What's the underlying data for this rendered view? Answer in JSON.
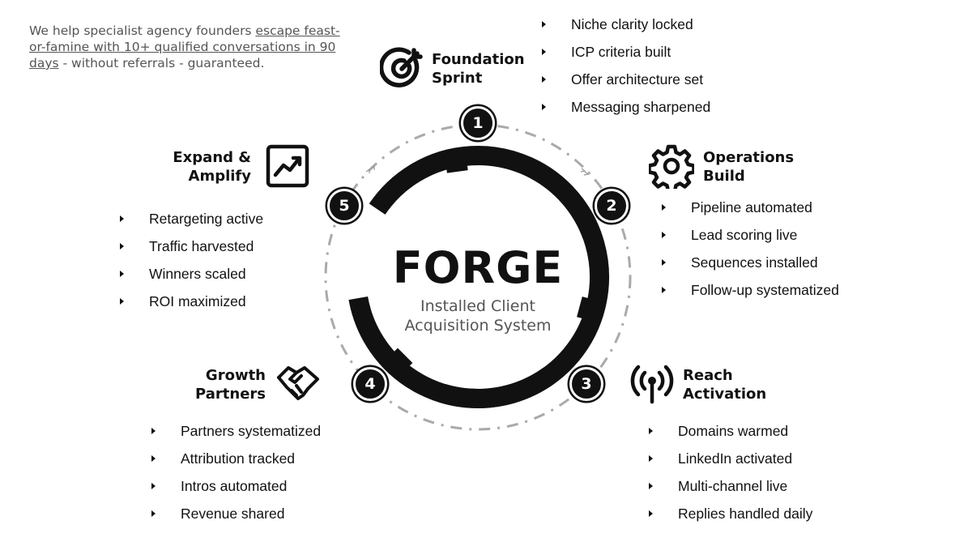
{
  "intro": {
    "lead": "We help specialist agency founders ",
    "underlined": "escape feast-or-famine with 10+ qualified conversations in 90 days",
    "tail": " - without referrals - guaranteed."
  },
  "center": {
    "title": "FORGE",
    "subtitle_line1": "Installed Client",
    "subtitle_line2": "Acquisition System"
  },
  "stages": [
    {
      "number": "1",
      "title_line1": "Foundation",
      "title_line2": "Sprint",
      "icon": "target-icon",
      "items": [
        "Niche clarity locked",
        "ICP criteria built",
        "Offer architecture set",
        "Messaging sharpened"
      ]
    },
    {
      "number": "2",
      "title_line1": "Operations",
      "title_line2": "Build",
      "icon": "gear-icon",
      "items": [
        "Pipeline automated",
        "Lead scoring live",
        "Sequences installed",
        "Follow-up systematized"
      ]
    },
    {
      "number": "3",
      "title_line1": "Reach",
      "title_line2": "Activation",
      "icon": "antenna-icon",
      "items": [
        "Domains warmed",
        "LinkedIn activated",
        "Multi-channel live",
        "Replies handled daily"
      ]
    },
    {
      "number": "4",
      "title_line1": "Growth",
      "title_line2": "Partners",
      "icon": "handshake-icon",
      "items": [
        "Partners systematized",
        "Attribution tracked",
        "Intros automated",
        "Revenue shared"
      ]
    },
    {
      "number": "5",
      "title_line1": "Expand &",
      "title_line2": "Amplify",
      "icon": "trend-chart-icon",
      "items": [
        "Retargeting active",
        "Traffic harvested",
        "Winners scaled",
        "ROI maximized"
      ]
    }
  ]
}
